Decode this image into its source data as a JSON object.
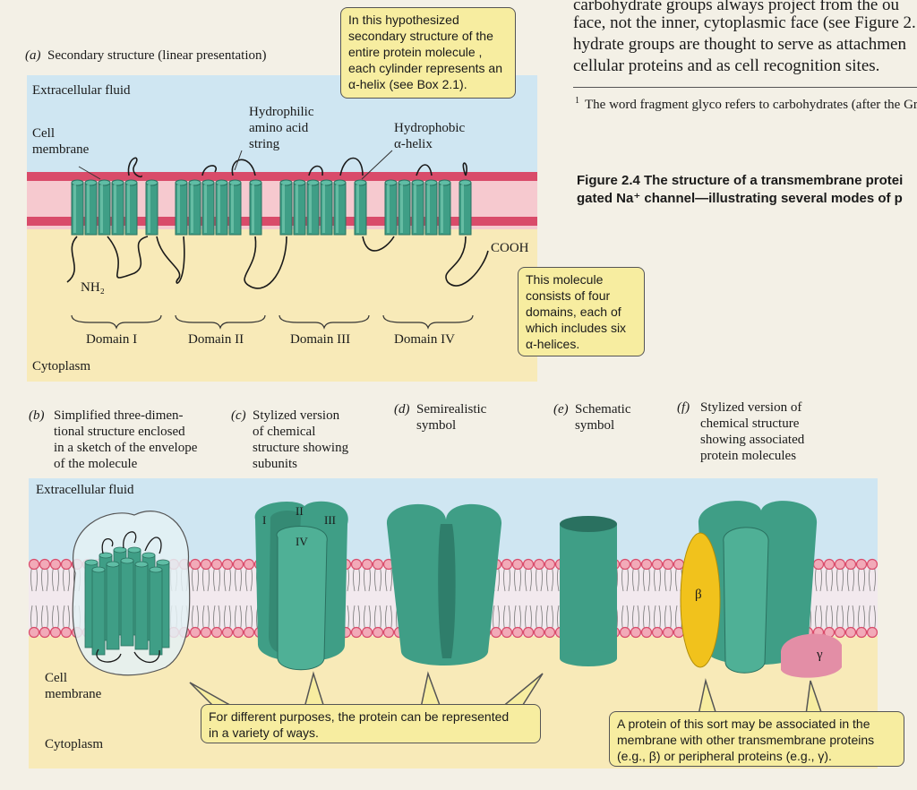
{
  "bg_text": {
    "line1": "carbohydrate groups always project from the ou",
    "line2": "face, not the inner, cytoplasmic face (see Figure 2.",
    "line3": "hydrate groups are thought to serve as attachmen",
    "line4": "cellular proteins and as cell recognition sites.",
    "footnote_num": "1",
    "footnote": "The word fragment glyco refers to carbohydrates (after the Gr",
    "figure_caption_1": "Figure 2.4  The structure of a transmembrane protei",
    "figure_caption_2": "gated Na⁺ channel—illustrating several modes of p"
  },
  "panel_a": {
    "label": "(a)",
    "title": "Secondary structure (linear presentation)",
    "extracellular": "Extracellular fluid",
    "cell_membrane": [
      "Cell",
      "membrane"
    ],
    "hydrophilic": [
      "Hydrophilic",
      "amino acid",
      "string"
    ],
    "hydrophobic": [
      "Hydrophobic",
      "α-helix"
    ],
    "nh2": "NH₂",
    "cooh": "COOH",
    "domains": [
      "Domain I",
      "Domain II",
      "Domain III",
      "Domain IV"
    ],
    "cytoplasm": "Cytoplasm",
    "callout_top": [
      "In this hypothesized",
      "secondary structure of the",
      "entire protein molecule ,",
      "each cylinder represents an",
      "α-helix (see Box 2.1)."
    ],
    "callout_right": [
      "This molecule",
      "consists of four",
      "domains, each of",
      "which includes six",
      "α-helices."
    ]
  },
  "panels": {
    "b": {
      "label": "(b)",
      "lines": [
        "Simplified three-dimen-",
        "tional structure enclosed",
        "in a sketch of the envelope",
        "of the molecule"
      ]
    },
    "c": {
      "label": "(c)",
      "lines": [
        "Stylized version",
        "of chemical",
        "structure showing",
        "subunits"
      ]
    },
    "d": {
      "label": "(d)",
      "lines": [
        "Semirealistic",
        "symbol"
      ]
    },
    "e": {
      "label": "(e)",
      "lines": [
        "Schematic",
        "symbol"
      ]
    },
    "f": {
      "label": "(f)",
      "lines": [
        "Stylized version of",
        "chemical structure",
        "showing associated",
        "protein molecules"
      ]
    }
  },
  "panel_bottom": {
    "extracellular": "Extracellular fluid",
    "cell_membrane": [
      "Cell",
      "membrane"
    ],
    "cytoplasm": "Cytoplasm",
    "subunits": [
      "I",
      "II",
      "III",
      "IV"
    ],
    "beta": "β",
    "gamma": "γ",
    "callout_left": [
      "For different purposes, the protein can be represented",
      "in a variety of ways."
    ],
    "callout_right": [
      "A protein of this sort may be associated in the",
      "membrane with other transmembrane proteins",
      "(e.g., β) or peripheral proteins (e.g., γ)."
    ]
  },
  "colors": {
    "protein_teal": "#3f9e86",
    "protein_dark": "#2a7160",
    "membrane_red": "#d94b6a",
    "membrane_pink": "#f2aab8",
    "extracellular_blue": "#cfe6f2",
    "cytoplasm_yellow": "#f8eab8",
    "callout_yellow": "#f7eda0",
    "beta_yellow": "#f1c21c",
    "gamma_pink": "#e38ea6"
  }
}
